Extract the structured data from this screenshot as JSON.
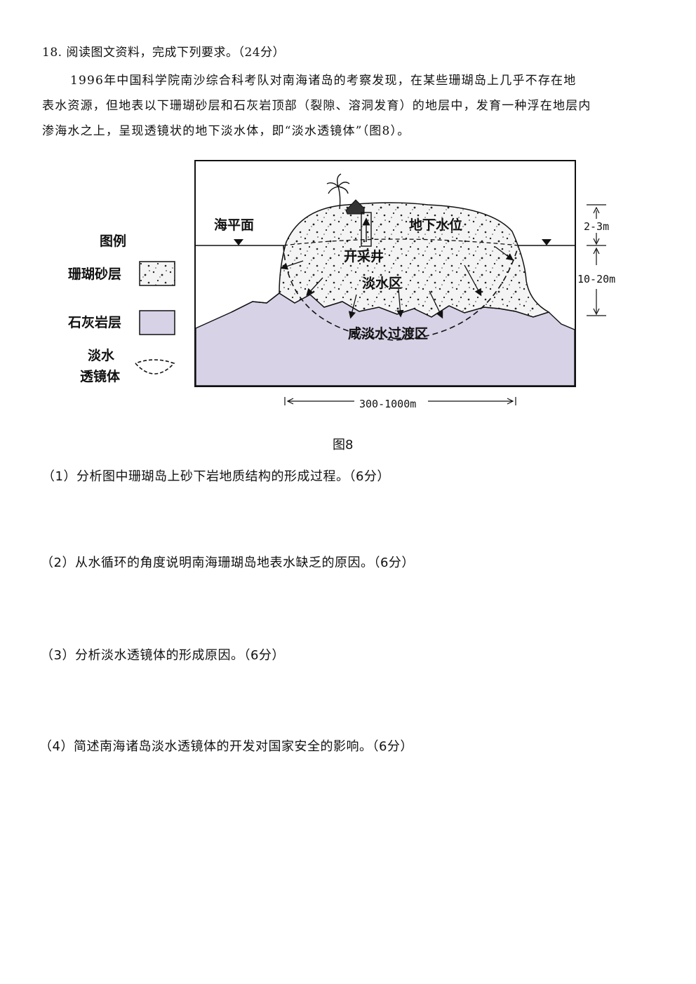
{
  "question": {
    "header": "18. 阅读图文资料，完成下列要求。（24分）",
    "paragraph": [
      "1996年中国科学院南沙综合科考队对南海诸岛的考察发现，在某些珊瑚岛上几乎不存在地",
      "表水资源，但地表以下珊瑚砂层和石灰岩顶部（裂隙、溶洞发育）的地层中，发育一种浮在地层内",
      "渗海水之上，呈现透镜状的地下淡水体，即“淡水透镜体”（图8）。"
    ]
  },
  "figure": {
    "legend": {
      "title": "图例",
      "coral_sand": "珊瑚砂层",
      "limestone": "石灰岩层",
      "lens_line1": "淡水",
      "lens_line2": "透镜体"
    },
    "labels": {
      "sea_level": "海平面",
      "water_table": "地下水位",
      "well": "开采井",
      "fresh_zone": "淡水区",
      "transition": "咸淡水过渡区"
    },
    "measurements": {
      "height_above": "2-3m",
      "depth_below": "10-20m",
      "width": "300-1000m"
    },
    "caption": "图8",
    "colors": {
      "limestone": "#d7d2e6",
      "sand": "#f4f4f4"
    }
  },
  "subquestions": [
    "（1）分析图中珊瑚岛上砂下岩地质结构的形成过程。（6分）",
    "（2）从水循环的角度说明南海珊瑚岛地表水缺乏的原因。（6分）",
    "（3）分析淡水透镜体的形成原因。（6分）",
    "（4）简述南海诸岛淡水透镜体的开发对国家安全的影响。（6分）"
  ]
}
